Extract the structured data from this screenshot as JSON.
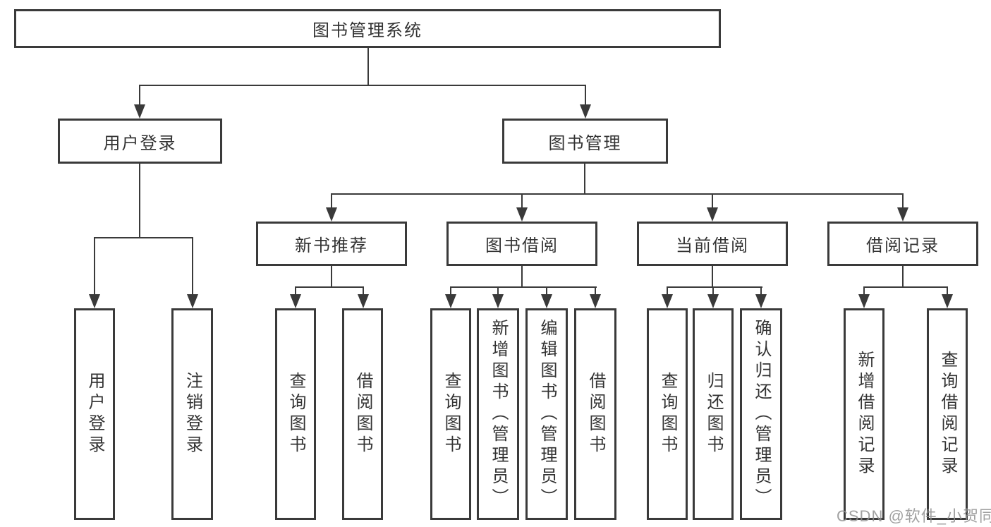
{
  "diagram_title": "图书管理系统",
  "tree": {
    "root": {
      "label": "图书管理系统",
      "children": [
        {
          "label": "用户登录",
          "children": [
            {
              "label": "用户登录"
            },
            {
              "label": "注销登录"
            }
          ]
        },
        {
          "label": "图书管理",
          "children": [
            {
              "label": "新书推荐",
              "children": [
                {
                  "label": "查询图书"
                },
                {
                  "label": "借阅图书"
                }
              ]
            },
            {
              "label": "图书借阅",
              "children": [
                {
                  "label": "查询图书"
                },
                {
                  "label": "新增图书（管理员）"
                },
                {
                  "label": "编辑图书（管理员）"
                },
                {
                  "label": "借阅图书"
                }
              ]
            },
            {
              "label": "当前借阅",
              "children": [
                {
                  "label": "查询图书"
                },
                {
                  "label": "归还图书"
                },
                {
                  "label": "确认归还（管理员）"
                }
              ]
            },
            {
              "label": "借阅记录",
              "children": [
                {
                  "label": "新增借阅记录"
                },
                {
                  "label": "查询借阅记录"
                }
              ]
            }
          ]
        }
      ]
    }
  },
  "watermark": "CSDN @软件_小贺同学",
  "colors": {
    "line": "#3a3a3a",
    "text": "#333333",
    "background": "#ffffff",
    "watermark": "#919191"
  }
}
